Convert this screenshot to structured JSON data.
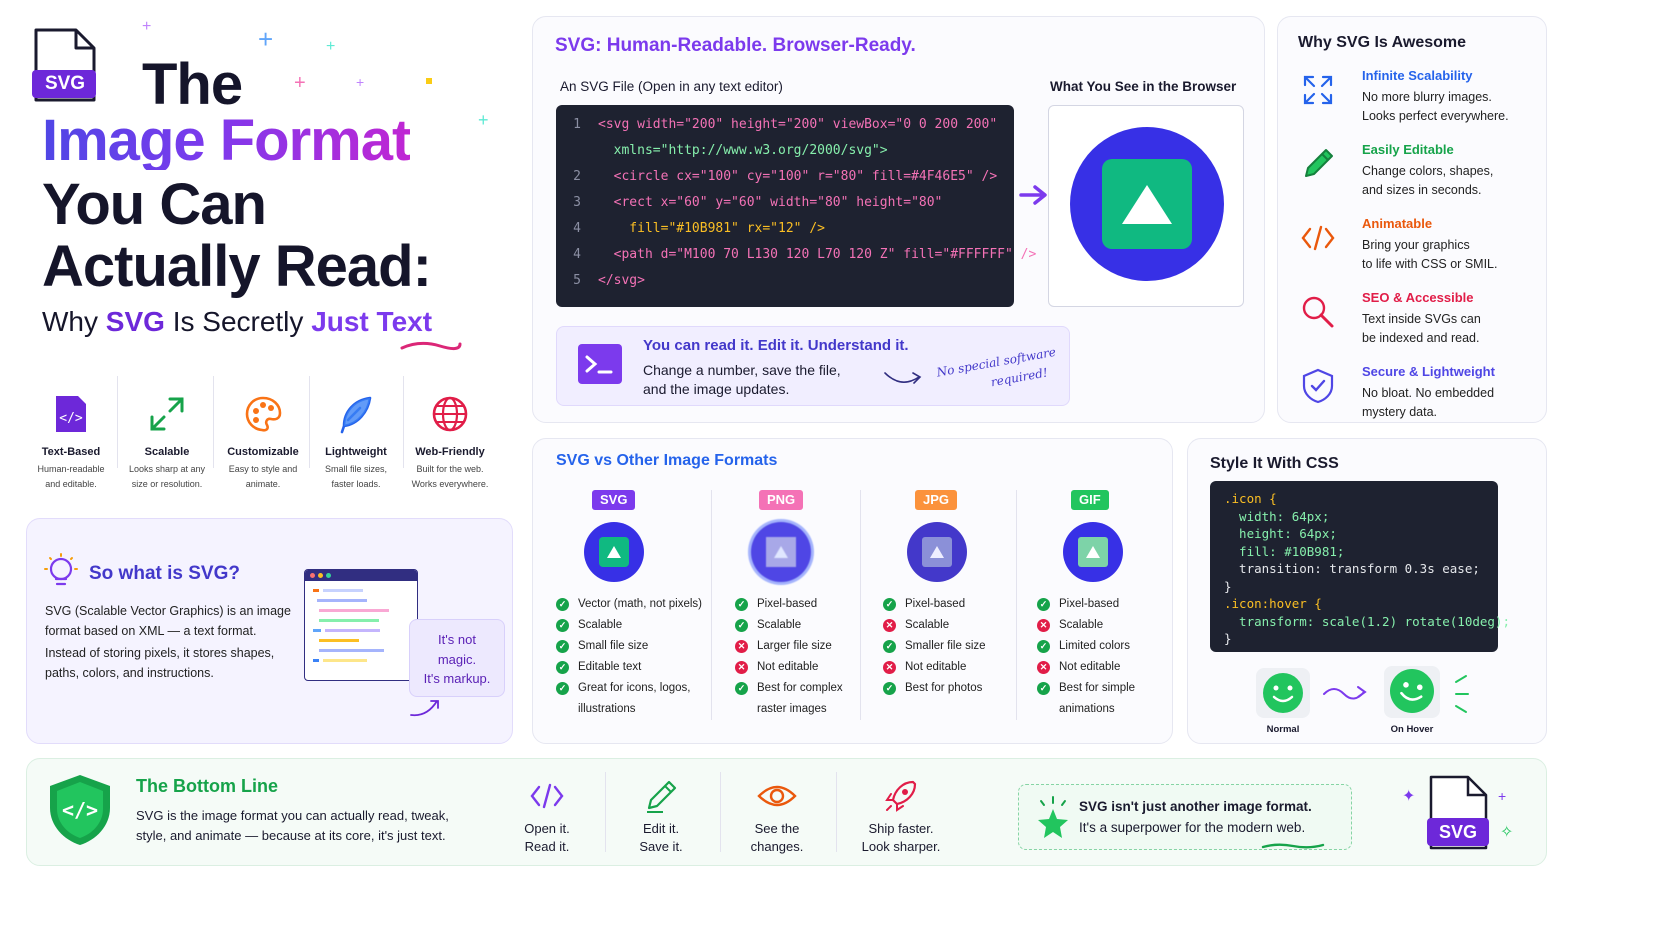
{
  "hero": {
    "badge": "SVG",
    "line1": "The",
    "line2": "Image Format",
    "line3": "You Can",
    "line4": "Actually Read:",
    "sub_why": "Why",
    "sub_svg": "SVG",
    "sub_mid": "Is Secretly",
    "sub_end": "Just Text"
  },
  "features": [
    {
      "title": "Text-Based",
      "desc1": "Human-readable",
      "desc2": "and editable.",
      "icon": "code-icon"
    },
    {
      "title": "Scalable",
      "desc1": "Looks sharp at any",
      "desc2": "size or resolution.",
      "icon": "expand-icon"
    },
    {
      "title": "Customizable",
      "desc1": "Easy to style and",
      "desc2": "animate.",
      "icon": "palette-icon"
    },
    {
      "title": "Lightweight",
      "desc1": "Small file sizes,",
      "desc2": "faster loads.",
      "icon": "feather-icon"
    },
    {
      "title": "Web-Friendly",
      "desc1": "Built for the web.",
      "desc2": "Works everywhere.",
      "icon": "globe-icon"
    }
  ],
  "what_is": {
    "title": "So what is SVG?",
    "p1": "SVG (Scalable Vector Graphics) is an image format based on XML — a text format.",
    "p2": "Instead of storing pixels, it stores shapes, paths, colors, and instructions.",
    "note1": "It's not",
    "note2": "magic.",
    "note3": "It's markup."
  },
  "readable": {
    "title": "SVG: Human-Readable. Browser-Ready.",
    "file_label": "An SVG File (Open in any text editor)",
    "browser_label": "What You See in the Browser",
    "code": [
      {
        "n": "1",
        "text": "<svg width=\"200\" height=\"200\" viewBox=\"0 0 200 200\""
      },
      {
        "n": "",
        "text": "  xmlns=\"http://www.w3.org/2000/svg\">"
      },
      {
        "n": "2",
        "text": "  <circle cx=\"100\" cy=\"100\" r=\"80\" fill=#4F46E5\" />"
      },
      {
        "n": "3",
        "text": "  <rect x=\"60\" y=\"60\" width=\"80\" height=\"80\""
      },
      {
        "n": "4",
        "text": "    fill=\"#10B981\" rx=\"12\" />"
      },
      {
        "n": "4",
        "text": "  <path d=\"M100 70 L130 120 L70 120 Z\" fill=\"#FFFFFF\" />"
      },
      {
        "n": "5",
        "text": "</svg>"
      }
    ],
    "callout_title": "You can read it. Edit it. Understand it.",
    "callout_l1": "Change a number, save the file,",
    "callout_l2": "and the image updates.",
    "hand1": "No special software",
    "hand2": "required!"
  },
  "why": {
    "title": "Why SVG Is Awesome",
    "items": [
      {
        "title": "Infinite Scalability",
        "l1": "No more blurry images.",
        "l2": "Looks perfect everywhere.",
        "color": "#2563eb",
        "icon": "expand-arrows-icon"
      },
      {
        "title": "Easily Editable",
        "l1": "Change colors, shapes,",
        "l2": "and sizes in seconds.",
        "color": "#16a34a",
        "icon": "pencil-icon"
      },
      {
        "title": "Animatable",
        "l1": "Bring your graphics",
        "l2": "to life with CSS or SMIL.",
        "color": "#ea580c",
        "icon": "code-brackets-icon"
      },
      {
        "title": "SEO & Accessible",
        "l1": "Text inside SVGs can",
        "l2": "be indexed and read.",
        "color": "#e11d48",
        "icon": "magnifier-icon"
      },
      {
        "title": "Secure & Lightweight",
        "l1": "No bloat. No embedded",
        "l2": "mystery data.",
        "color": "#4f46e5",
        "icon": "shield-check-icon"
      }
    ]
  },
  "compare": {
    "title": "SVG vs Other Image Formats",
    "formats": [
      {
        "name": "SVG",
        "color": "#7c3aed",
        "items": [
          {
            "ok": true,
            "text": "Vector (math, not pixels)"
          },
          {
            "ok": true,
            "text": "Scalable"
          },
          {
            "ok": true,
            "text": "Small file size"
          },
          {
            "ok": true,
            "text": "Editable text"
          },
          {
            "ok": true,
            "text": "Great for icons, logos,"
          },
          {
            "ok": null,
            "text": "illustrations"
          }
        ]
      },
      {
        "name": "PNG",
        "color": "#f472b6",
        "items": [
          {
            "ok": true,
            "text": "Pixel-based"
          },
          {
            "ok": true,
            "text": "Scalable"
          },
          {
            "ok": false,
            "text": "Larger file size"
          },
          {
            "ok": false,
            "text": "Not editable"
          },
          {
            "ok": true,
            "text": "Best for complex"
          },
          {
            "ok": null,
            "text": "raster images"
          }
        ]
      },
      {
        "name": "JPG",
        "color": "#fb923c",
        "items": [
          {
            "ok": true,
            "text": "Pixel-based"
          },
          {
            "ok": false,
            "text": "Scalable"
          },
          {
            "ok": true,
            "text": "Smaller file size"
          },
          {
            "ok": false,
            "text": "Not editable"
          },
          {
            "ok": true,
            "text": "Best for photos"
          }
        ]
      },
      {
        "name": "GIF",
        "color": "#22c55e",
        "items": [
          {
            "ok": true,
            "text": "Pixel-based"
          },
          {
            "ok": false,
            "text": "Scalable"
          },
          {
            "ok": true,
            "text": "Limited colors"
          },
          {
            "ok": false,
            "text": "Not editable"
          },
          {
            "ok": true,
            "text": "Best for simple"
          },
          {
            "ok": null,
            "text": "animations"
          }
        ]
      }
    ]
  },
  "css": {
    "title": "Style It With CSS",
    "lines": [
      ".icon {",
      "  width: 64px;",
      "  height: 64px;",
      "  fill: #10B981;",
      "  transition: transform 0.3s ease;",
      "}",
      ".icon:hover {",
      "  transform: scale(1.2) rotate(10deg);",
      "}"
    ],
    "normal_label": "Normal",
    "hover_label": "On Hover"
  },
  "bottom": {
    "title": "The Bottom Line",
    "l1": "SVG is the image format you can actually read, tweak,",
    "l2": "style, and animate — because at its core, it's just text.",
    "items": [
      {
        "l1": "Open it.",
        "l2": "Read it.",
        "icon": "code-icon"
      },
      {
        "l1": "Edit it.",
        "l2": "Save it.",
        "icon": "pencil-icon"
      },
      {
        "l1": "See the",
        "l2": "changes.",
        "icon": "eye-icon"
      },
      {
        "l1": "Ship faster.",
        "l2": "Look sharper.",
        "icon": "rocket-icon"
      }
    ],
    "quote1": "SVG isn't just another image format.",
    "quote2": "It's a superpower for the modern web.",
    "badge": "SVG"
  }
}
